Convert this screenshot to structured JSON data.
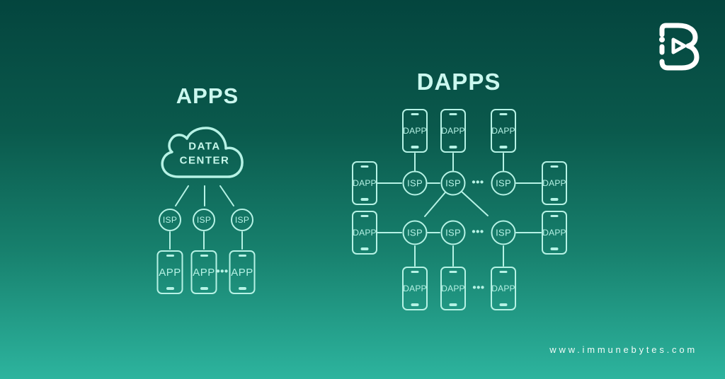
{
  "meta": {
    "description": "APPS vs DAPPS architecture comparison infographic",
    "colors": {
      "background_top": "#04453e",
      "background_bottom": "#2db49e",
      "diagram_stroke": "#b6f2e5",
      "title_text": "#cbf8ef",
      "logo": "#ffffff",
      "footer_text": "#f2fbf8"
    },
    "icons": {
      "logo": "immunebytes-ib-monogram",
      "cloud": "cloud-outline",
      "phone": "smartphone-outline"
    }
  },
  "apps_panel": {
    "title": "APPS",
    "cloud": {
      "label": [
        "DATA",
        "CENTER"
      ]
    },
    "isp_nodes": [
      {
        "label": "ISP"
      },
      {
        "label": "ISP"
      },
      {
        "label": "ISP"
      }
    ],
    "phones": [
      {
        "label": "APP"
      },
      {
        "label": "APP"
      },
      {
        "label": "APP"
      }
    ],
    "ellipsis": "•••"
  },
  "dapps_panel": {
    "title": "DAPPS",
    "top_phones": [
      {
        "label": "DAPP"
      },
      {
        "label": "DAPP"
      },
      {
        "label": "DAPP"
      }
    ],
    "left_phones": [
      {
        "label": "DAPP"
      },
      {
        "label": "DAPP"
      }
    ],
    "right_phones": [
      {
        "label": "DAPP"
      },
      {
        "label": "DAPP"
      }
    ],
    "isp_rows": [
      [
        {
          "label": "ISP"
        },
        {
          "label": "ISP"
        },
        {
          "label": "ISP"
        }
      ],
      [
        {
          "label": "ISP"
        },
        {
          "label": "ISP"
        },
        {
          "label": "ISP"
        }
      ]
    ],
    "bottom_phones": [
      {
        "label": "DAPP"
      },
      {
        "label": "DAPP"
      },
      {
        "label": "DAPP"
      }
    ],
    "ellipsis": "•••"
  },
  "footer": {
    "website": "www.immunebytes.com"
  }
}
